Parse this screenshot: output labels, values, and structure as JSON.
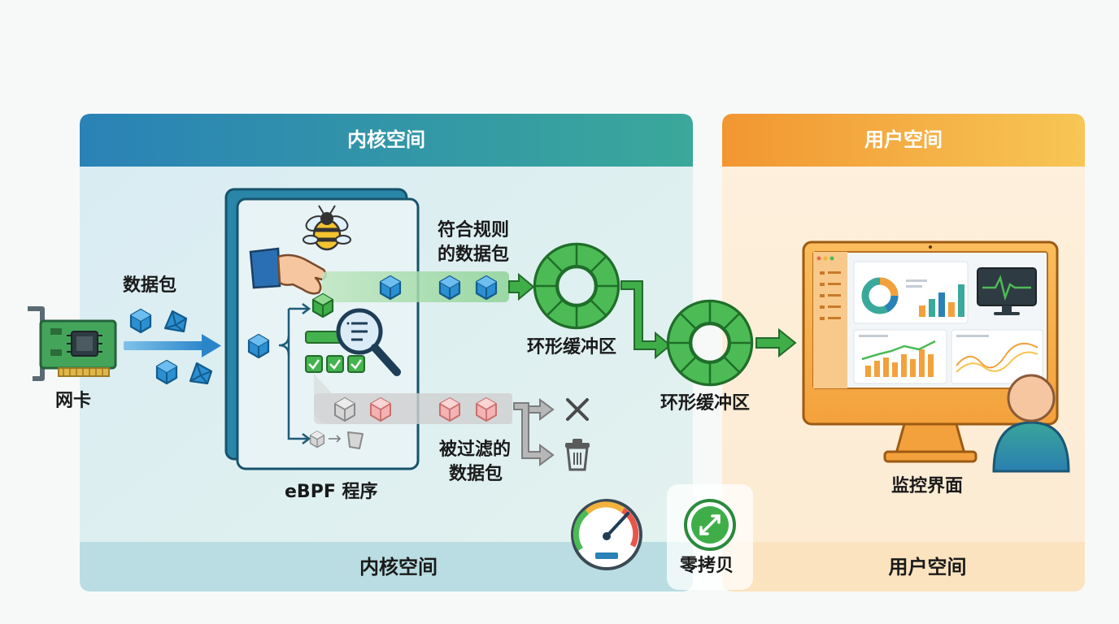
{
  "kernel_space": {
    "header": "内核空间",
    "footer": "内核空间"
  },
  "user_space": {
    "header": "用户空间",
    "footer": "用户空间"
  },
  "nic": {
    "label": "网卡"
  },
  "packets": {
    "label": "数据包"
  },
  "ebpf": {
    "label": "eBPF 程序"
  },
  "matched": {
    "label_line1": "符合规则",
    "label_line2": "的数据包"
  },
  "filtered": {
    "label_line1": "被过滤的",
    "label_line2": "数据包"
  },
  "ring_buffer_1": {
    "label": "环形缓冲区"
  },
  "ring_buffer_2": {
    "label": "环形缓冲区"
  },
  "zero_copy": {
    "label": "零拷贝"
  },
  "monitor": {
    "label": "监控界面"
  },
  "colors": {
    "kernel": "#2a86b8",
    "kernel_accent": "#3aa79a",
    "user": "#f29a38",
    "user_accent": "#f7c453",
    "green": "#3fae49",
    "blue_packet": "#2b8fd1",
    "red_packet": "#f2aaaa"
  }
}
